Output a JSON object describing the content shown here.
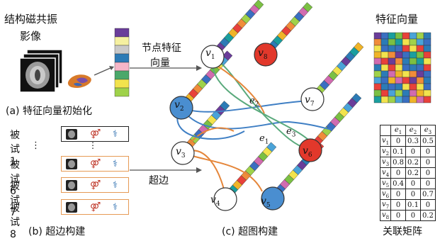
{
  "panel_a": {
    "mri_label_line1": "结构磁共振",
    "mri_label_line2": "影像",
    "node_feature_line1": "节点特征",
    "node_feature_line2": "向量",
    "caption": "(a) 特征向量初始化"
  },
  "panel_b": {
    "trials": [
      {
        "label": "被试 1",
        "box_color": "#222222"
      },
      {
        "label": "被试 6",
        "box_color": "#e69a55"
      },
      {
        "label": "被试 7",
        "box_color": "#e69a55"
      },
      {
        "label": "被试 8",
        "box_color": "#e69a55"
      }
    ],
    "ellipsis": "⋮",
    "hyperedge_label": "超边",
    "caption": "(b) 超边构建"
  },
  "panel_c": {
    "caption": "(c) 超图构建",
    "nodes": [
      {
        "name": "v",
        "sub": "1",
        "color": "#ffffff"
      },
      {
        "name": "v",
        "sub": "2",
        "color": "#4a8ed0"
      },
      {
        "name": "v",
        "sub": "3",
        "color": "#ffffff"
      },
      {
        "name": "v",
        "sub": "4",
        "color": "#ffffff"
      },
      {
        "name": "v",
        "sub": "5",
        "color": "#4a8ed0"
      },
      {
        "name": "v",
        "sub": "6",
        "color": "#e2382b"
      },
      {
        "name": "v",
        "sub": "7",
        "color": "#ffffff"
      },
      {
        "name": "v",
        "sub": "8",
        "color": "#e2382b"
      }
    ],
    "edges": [
      {
        "name": "e",
        "sub": "1"
      },
      {
        "name": "e",
        "sub": "2"
      },
      {
        "name": "e",
        "sub": "3"
      }
    ]
  },
  "feature_vectors": {
    "title": "特征向量"
  },
  "incidence": {
    "title": "关联矩阵",
    "columns": [
      "e1",
      "e2",
      "e3"
    ],
    "rows": [
      {
        "node": "v1",
        "values": [
          "0",
          "0.3",
          "0.5"
        ]
      },
      {
        "node": "v2",
        "values": [
          "0.1",
          "0",
          "0"
        ]
      },
      {
        "node": "v3",
        "values": [
          "0.8",
          "0.2",
          "0"
        ]
      },
      {
        "node": "v4",
        "values": [
          "0",
          "0.2",
          "0"
        ]
      },
      {
        "node": "v5",
        "values": [
          "0.4",
          "0",
          "0"
        ]
      },
      {
        "node": "v6",
        "values": [
          "0",
          "0",
          "0.7"
        ]
      },
      {
        "node": "v7",
        "values": [
          "0",
          "0.1",
          "0"
        ]
      },
      {
        "node": "v8",
        "values": [
          "0",
          "0",
          "0.2"
        ]
      }
    ]
  },
  "colors": {
    "blue_edge": "#3f7fc4",
    "green_edge": "#5aaa7c",
    "orange_edge": "#e5863a",
    "node_blue": "#4a8ed0",
    "node_red": "#e2382b"
  }
}
